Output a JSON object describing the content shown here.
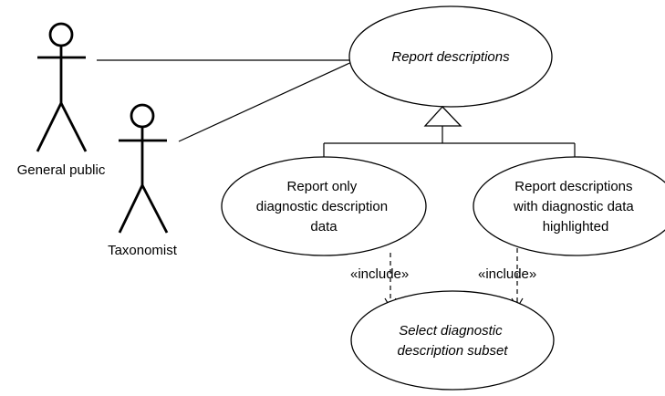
{
  "actors": {
    "general_public": "General public",
    "taxonomist": "Taxonomist"
  },
  "use_cases": {
    "report_descriptions": "Report descriptions",
    "report_only_diag": [
      "Report only",
      "diagnostic description",
      "data"
    ],
    "report_highlighted": [
      "Report descriptions",
      "with diagnostic data",
      "highlighted"
    ],
    "select_subset": [
      "Select diagnostic",
      "description subset"
    ]
  },
  "stereotypes": {
    "include_left": "«include»",
    "include_right": "«include»"
  }
}
